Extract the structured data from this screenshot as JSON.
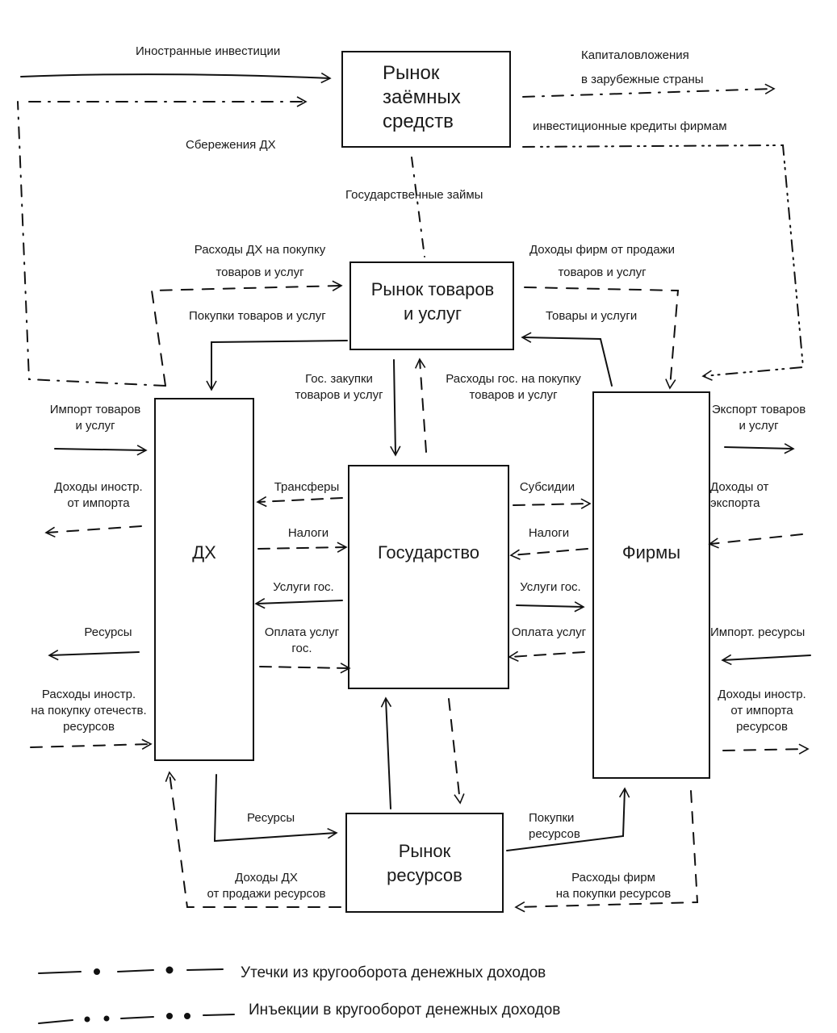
{
  "nodes": {
    "loan_market": "Рынок\nзаёмных\nсредств",
    "goods_market": "Рынок товаров\nи услуг",
    "state": "Государство",
    "households": "ДХ",
    "firms": "Фирмы",
    "resource_market": "Рынок\nресурсов"
  },
  "labels": {
    "foreign_investment": "Иностранные инвестиции",
    "capital_abroad": "Капиталовложения\nв зарубежные страны",
    "savings": "Сбережения ДХ",
    "investment_credits": "инвестиционные кредиты фирмам",
    "gov_loans": "Государственные займы",
    "hh_spending": "Расходы ДХ на покупку\nтоваров и услуг",
    "firm_revenue": "Доходы фирм от продажи\nтоваров и услуг",
    "hh_purchases": "Покупки товаров и услуг",
    "goods_services": "Товары и услуги",
    "gov_purchases": "Гос. закупки\nтоваров и услуг",
    "gov_spending": "Расходы гос. на покупку\nтоваров и услуг",
    "import_goods": "Импорт товаров\nи услуг",
    "foreign_import_income": "Доходы иностр.\nот импорта",
    "transfers": "Трансферы",
    "taxes_hh": "Налоги",
    "gov_services_hh": "Услуги гос.",
    "payment_services_hh": "Оплата услуг\nгос.",
    "subsidies": "Субсидии",
    "taxes_firms": "Налоги",
    "gov_services_firms": "Услуги гос.",
    "payment_services_firms": "Оплата услуг",
    "resources_out": "Ресурсы",
    "foreign_resource_spending": "Расходы иностр.\nна покупку отечеств.\nресурсов",
    "export_goods": "Экспорт товаров\nи услуг",
    "export_income": "Доходы от\nэкспорта",
    "import_resources": "Импорт. ресурсы",
    "foreign_import_resource_income": "Доходы иностр.\nот импорта\nресурсов",
    "resources_to_market": "Ресурсы",
    "resource_purchases": "Покупки\nресурсов",
    "hh_resource_income": "Доходы ДХ\nот продажи ресурсов",
    "firm_resource_spending": "Расходы фирм\nна покупки ресурсов"
  },
  "legend": {
    "leaks": "Утечки из кругооборота денежных доходов",
    "injections": "Инъекции в кругооборот денежных доходов"
  }
}
